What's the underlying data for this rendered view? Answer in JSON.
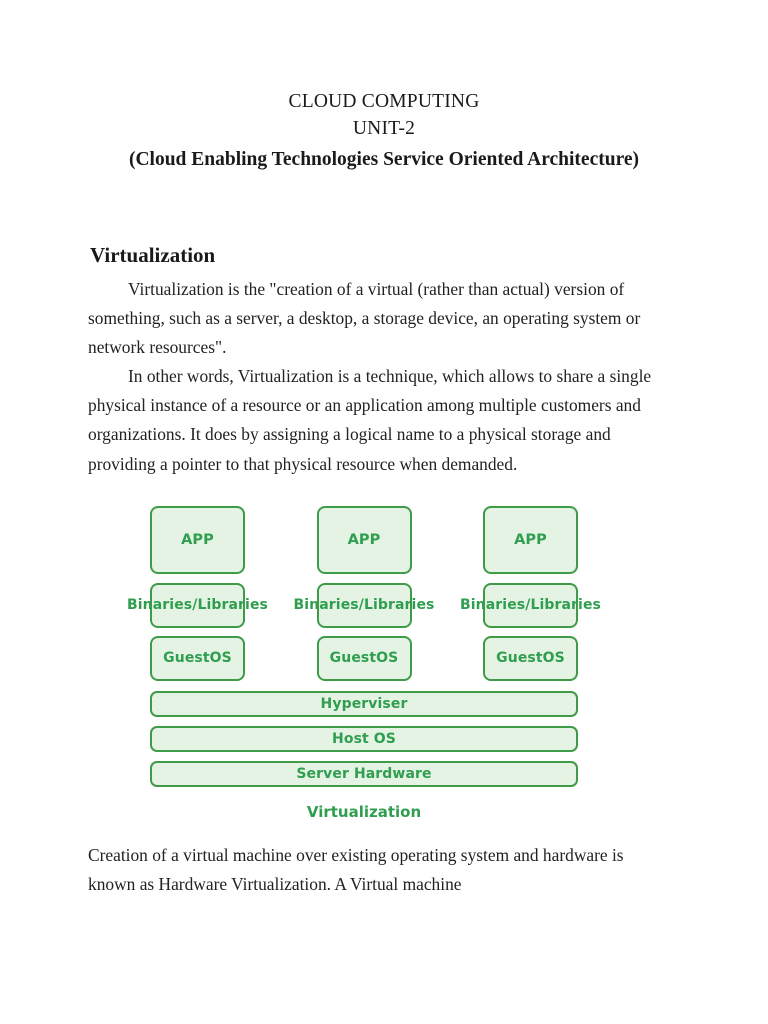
{
  "document": {
    "title_lines": [
      "CLOUD COMPUTING",
      "UNIT-2",
      "(Cloud Enabling Technologies Service Oriented Architecture)"
    ],
    "section_heading": "Virtualization",
    "paragraphs": [
      "Virtualization is the \"creation of a virtual (rather than actual) version of something, such as a server, a desktop, a storage device, an operating system or network resources\".",
      "In other  words, Virtualization is a technique, which allows to share a single physical instance of a resource or an application among multiple customers and organizations. It does by assigning a logical name to a physical storage and providing a pointer to that physical resource when demanded.",
      "Creation of a virtual machine over existing operating system and hardware is known as Hardware Virtualization. A Virtual machine"
    ]
  },
  "diagram": {
    "caption": "Virtualization",
    "colors": {
      "box_fill": "#e4f3e3",
      "box_border": "#3f9b47",
      "box_text": "#2f9e4f"
    },
    "columns": [
      {
        "app": "APP",
        "binaries": "Binaries/\nLibraries",
        "guest": "Guest\nOS"
      },
      {
        "app": "APP",
        "binaries": "Binaries/\nLibraries",
        "guest": "Guest\nOS"
      },
      {
        "app": "APP",
        "binaries": "Binaries/\nLibraries",
        "guest": "Guest\nOS"
      }
    ],
    "column_labels": {
      "app": "APP",
      "binaries_line1": "Binaries/",
      "binaries_line2": "Libraries",
      "guest_line1": "Guest",
      "guest_line2": "OS"
    },
    "bars": [
      "Hyperviser",
      "Host OS",
      "Server Hardware"
    ]
  }
}
